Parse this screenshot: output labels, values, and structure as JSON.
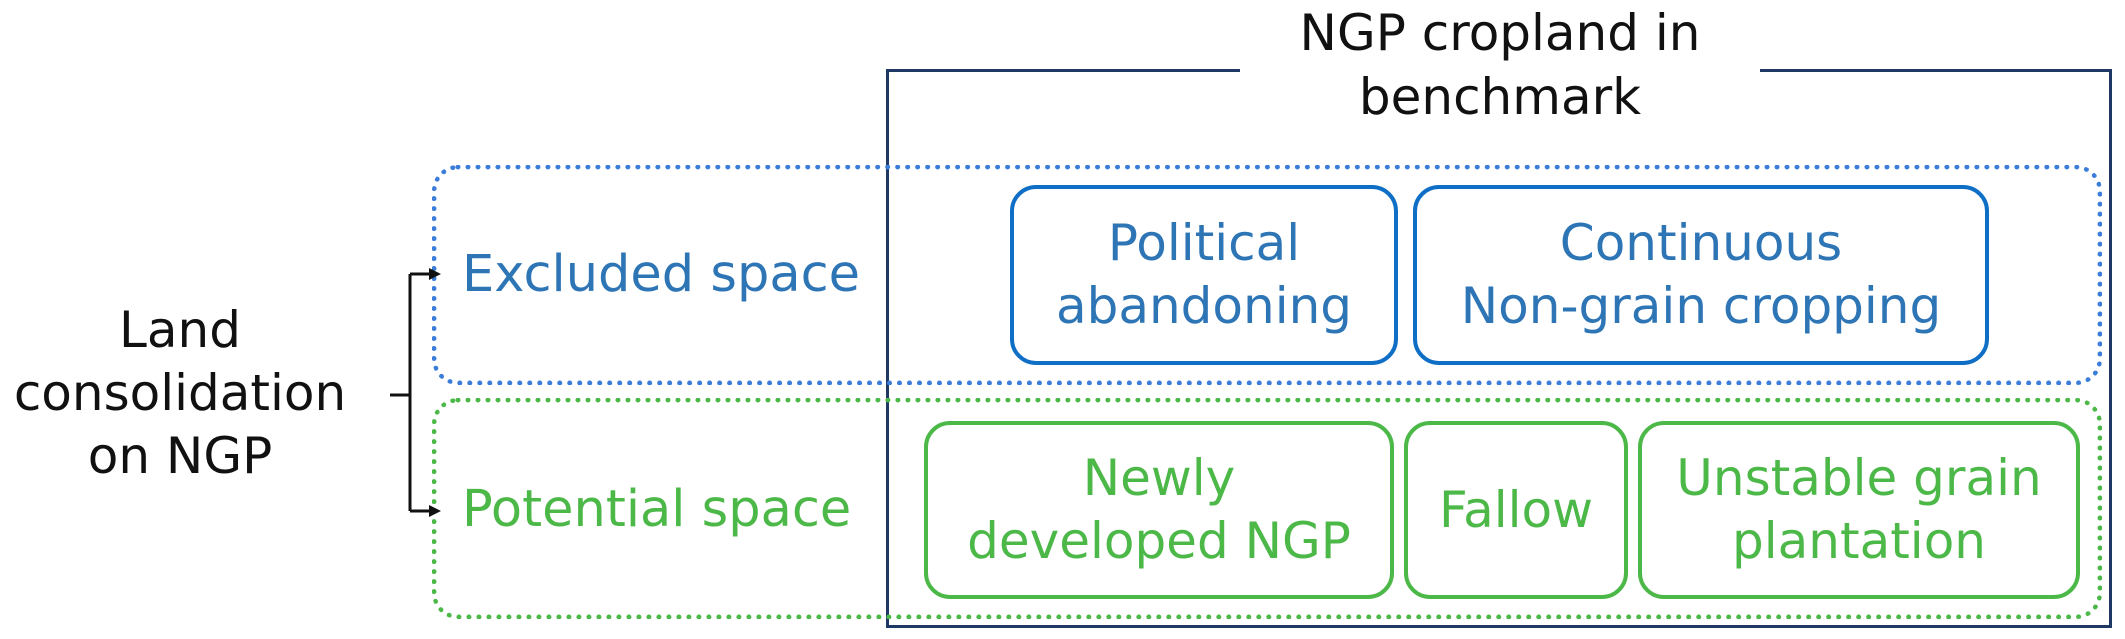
{
  "benchmark": {
    "title_line1": "NGP cropland in",
    "title_line2": "benchmark"
  },
  "land": {
    "line1": "Land",
    "line2": "consolidation",
    "line3": "on NGP"
  },
  "groups": {
    "excluded": {
      "label": "Excluded space",
      "color": "#2e75b6",
      "items": [
        {
          "line1": "Political",
          "line2": "abandoning"
        },
        {
          "line1": "Continuous",
          "line2": "Non-grain cropping"
        }
      ]
    },
    "potential": {
      "label": "Potential space",
      "color": "#4cb848",
      "items": [
        {
          "line1": "Newly",
          "line2": "developed NGP"
        },
        {
          "line1": "Fallow"
        },
        {
          "line1": "Unstable grain",
          "line2": "plantation"
        }
      ]
    }
  },
  "colors": {
    "frame": "#1f3864",
    "text": "#111111"
  }
}
